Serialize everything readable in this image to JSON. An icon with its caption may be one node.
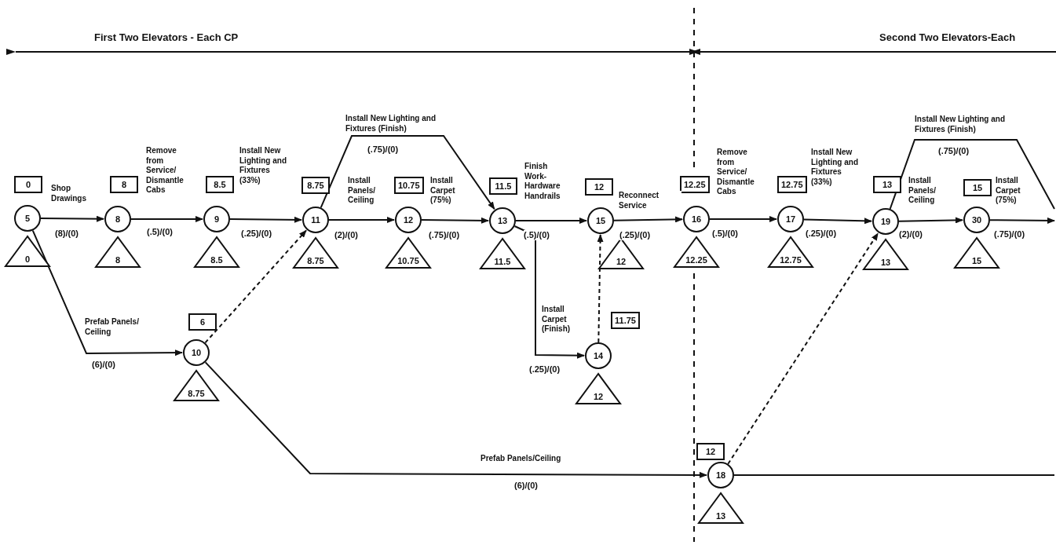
{
  "diagram": {
    "nodes": [
      {
        "text": [
          "0"
        ]
      },
      {
        "text": [
          "5"
        ]
      },
      {
        "text": [
          "0"
        ]
      },
      {
        "text": [
          "8"
        ]
      },
      {
        "text": [
          "8"
        ]
      },
      {
        "text": [
          "8"
        ]
      },
      {
        "text": [
          "8.5"
        ]
      },
      {
        "text": [
          "9"
        ]
      },
      {
        "text": [
          "8.5"
        ]
      },
      {
        "text": [
          "8.75"
        ]
      },
      {
        "text": [
          "11"
        ]
      },
      {
        "text": [
          "8.75"
        ]
      },
      {
        "text": [
          "10.75"
        ]
      },
      {
        "text": [
          "12"
        ]
      },
      {
        "text": [
          "10.75"
        ]
      },
      {
        "text": [
          "11.5"
        ]
      },
      {
        "text": [
          "13"
        ]
      },
      {
        "text": [
          "11.5"
        ]
      },
      {
        "text": [
          "12"
        ]
      },
      {
        "text": [
          "15"
        ]
      },
      {
        "text": [
          "12"
        ]
      },
      {
        "text": [
          "12.25"
        ]
      },
      {
        "text": [
          "16"
        ]
      },
      {
        "text": [
          "12.25"
        ]
      },
      {
        "text": [
          "12.75"
        ]
      },
      {
        "text": [
          "17"
        ]
      },
      {
        "text": [
          "12.75"
        ]
      },
      {
        "text": [
          "13"
        ]
      },
      {
        "text": [
          "19"
        ]
      },
      {
        "text": [
          "13"
        ]
      },
      {
        "text": [
          "15"
        ]
      },
      {
        "text": [
          "30"
        ]
      },
      {
        "text": [
          "15"
        ]
      },
      {
        "text": [
          "6"
        ]
      },
      {
        "text": [
          "10"
        ]
      },
      {
        "text": [
          "8.75"
        ]
      },
      {
        "text": [
          "11.75"
        ]
      },
      {
        "text": [
          "14"
        ]
      },
      {
        "text": [
          "12"
        ]
      },
      {
        "text": [
          "12"
        ]
      },
      {
        "text": [
          "18"
        ]
      },
      {
        "text": [
          "13"
        ]
      }
    ],
    "edges": [
      {
        "from": 1,
        "to": 4,
        "arrow": "to",
        "label": "Shop Drawings"
      },
      {
        "from": 4,
        "to": 7,
        "arrow": "to",
        "label": "Remove from Service/ Dismantle Cabs"
      },
      {
        "from": 7,
        "to": 10,
        "arrow": "to",
        "label": "Install New Lighting and Fixtures (33%)"
      },
      {
        "from": 10,
        "to": 13,
        "arrow": "to",
        "label": "Install Panels/ Ceiling"
      },
      {
        "from": 13,
        "to": 16,
        "arrow": "to",
        "label": "Install Carpet (75%)"
      },
      {
        "from": 10,
        "to": 16,
        "arrow": "to",
        "label": "Install New Lighting and Fixtures (Finish)"
      },
      {
        "from": 16,
        "to": 19,
        "arrow": "to",
        "label": "Finish Work-Hardware Handrails"
      },
      {
        "from": 16,
        "to": 37,
        "arrow": "to",
        "label": "Install Carpet (Finish)"
      },
      {
        "from": 37,
        "to": 19,
        "arrow": "to",
        "style": "dashed"
      },
      {
        "from": 19,
        "to": 22,
        "arrow": "to",
        "label": "Reconnect Service"
      },
      {
        "from": 22,
        "to": 25,
        "arrow": "to",
        "label": "Remove from Service/ Dismantle Cabs"
      },
      {
        "from": 25,
        "to": 28,
        "arrow": "to",
        "label": "Install New Lighting and Fixtures (33%)"
      },
      {
        "from": 28,
        "to": 31,
        "arrow": "to",
        "label": "Install Panels/ Ceiling"
      },
      {
        "from": 31,
        "to": null,
        "arrow": "to",
        "label": "Install Carpet (75%)"
      },
      {
        "from": 28,
        "to": null,
        "arrow": "none",
        "label": "Install New Lighting and Fixtures (Finish)"
      },
      {
        "from": 1,
        "to": 34,
        "arrow": "to",
        "label": "Prefab Panels/ Ceiling"
      },
      {
        "from": 34,
        "to": 10,
        "arrow": "to",
        "style": "dashed"
      },
      {
        "from": 34,
        "to": 40,
        "arrow": "to",
        "label": "Prefab Panels/Ceiling"
      },
      {
        "from": 40,
        "to": 28,
        "arrow": "to",
        "style": "dashed"
      },
      {
        "from": 40,
        "to": null,
        "arrow": "none"
      }
    ],
    "labels": [
      "First Two Elevators - Each CP",
      "Second Two Elevators-Each",
      "(8)/(0)",
      "(.5)/(0)",
      "(.25)/(0)",
      "(2)/(0)",
      "(.75)/(0)",
      "(.75)/(0)",
      "(.5)/(0)",
      "(.25)/(0)",
      "(.25)/(0)",
      "(.5)/(0)",
      "(.25)/(0)",
      "(2)/(0)",
      "(.75)/(0)",
      "(.75)/(0)",
      "(6)/(0)",
      "(6)/(0)"
    ]
  }
}
